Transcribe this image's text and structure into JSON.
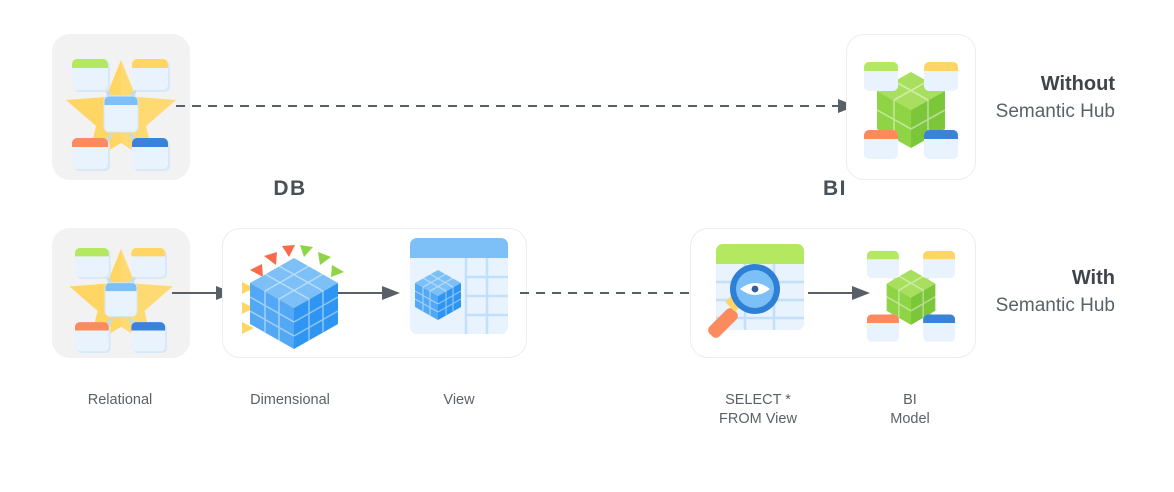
{
  "diagram": {
    "title_without": {
      "strong": "Without",
      "rest": "Semantic\nHub"
    },
    "title_with": {
      "strong": "With",
      "rest": "Semantic\nHub"
    },
    "group_titles": {
      "db": "DB",
      "bi": "BI"
    },
    "captions": {
      "relational": "Relational",
      "dimensional": "Dimensional",
      "view": "View",
      "select": "SELECT *\nFROM View",
      "bi_model": "BI\nModel"
    },
    "colors": {
      "panel_grey": "#f2f2f2",
      "panel_white": "#ffffff",
      "panel_border": "#ededed",
      "arrow": "#595f66",
      "star_yellow": "#ffd664",
      "cube_blue": "#53a8f5",
      "cube_green": "#8ed444",
      "table_body": "#e8f3fd",
      "header_green": "#b4e861",
      "header_yellow": "#ffd664",
      "header_orange": "#fb8b5f",
      "header_blue": "#3a84d8",
      "header_lightblue": "#7cc0f7",
      "text": "#5b6169"
    }
  }
}
